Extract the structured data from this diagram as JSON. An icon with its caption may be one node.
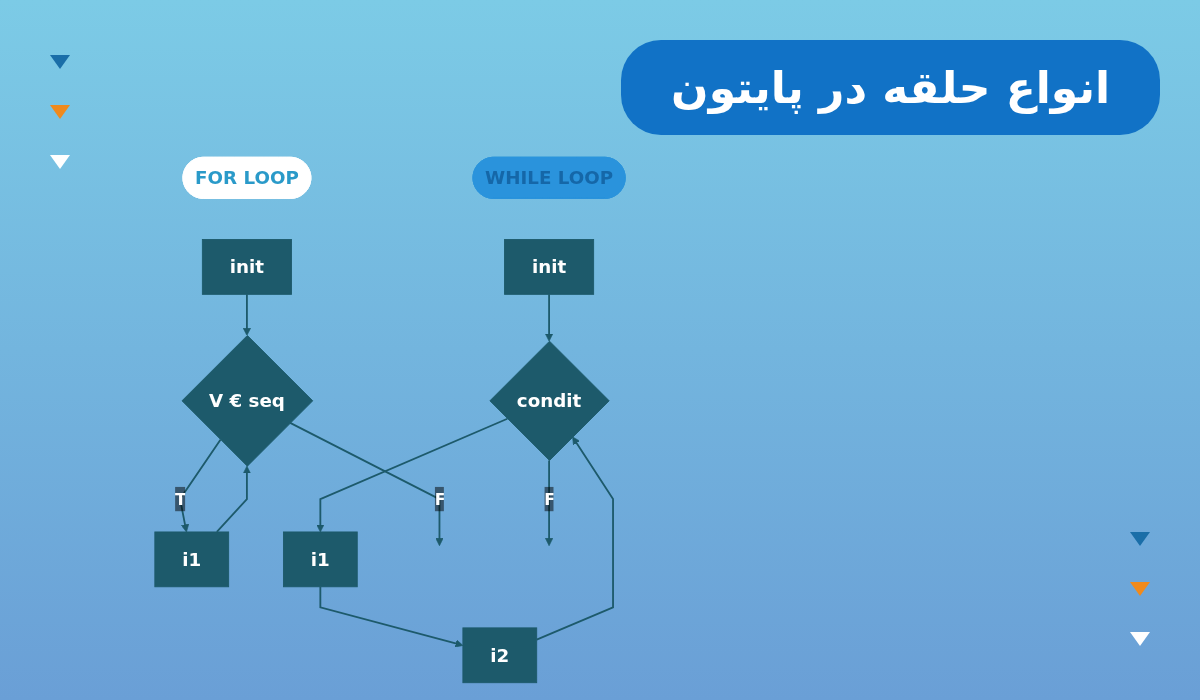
{
  "diagram": {
    "title": "انواع حلقه در پایتون",
    "nodes": [
      {
        "text": [
          "FOR LOOP"
        ]
      },
      {
        "text": [
          "init"
        ]
      },
      {
        "text": [
          "V € seq"
        ]
      },
      {
        "text": [
          "i1"
        ]
      },
      {
        "text": [
          "WHILE LOOP"
        ]
      },
      {
        "text": [
          "init"
        ]
      },
      {
        "text": [
          "condit"
        ]
      },
      {
        "text": [
          "i1"
        ]
      },
      {
        "text": [
          "i2"
        ]
      }
    ],
    "edges": [
      {
        "from": 1,
        "to": 2,
        "arrow": "to"
      },
      {
        "from": 2,
        "to": 3,
        "arrow": "to",
        "label": "T"
      },
      {
        "from": 3,
        "to": 2,
        "arrow": "to"
      },
      {
        "from": 2,
        "to": null,
        "arrow": "to",
        "label": "F"
      },
      {
        "from": 5,
        "to": 6,
        "arrow": "to"
      },
      {
        "from": 6,
        "to": 7,
        "arrow": "to"
      },
      {
        "from": 7,
        "to": 8,
        "arrow": "to"
      },
      {
        "from": 8,
        "to": 6,
        "arrow": "to"
      },
      {
        "from": 6,
        "to": null,
        "arrow": "to",
        "label": "F"
      }
    ]
  }
}
